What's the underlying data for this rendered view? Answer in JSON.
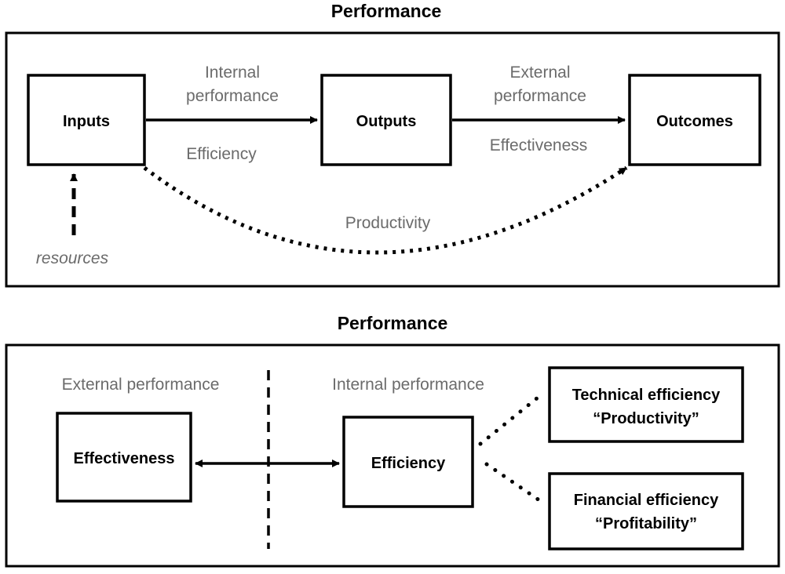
{
  "top_panel": {
    "title": "Performance",
    "boxes": {
      "inputs": "Inputs",
      "outputs": "Outputs",
      "outcomes": "Outcomes"
    },
    "labels": {
      "internal_line1": "Internal",
      "internal_line2": "performance",
      "efficiency": "Efficiency",
      "external_line1": "External",
      "external_line2": "performance",
      "effectiveness": "Effectiveness",
      "productivity": "Productivity",
      "resources": "resources"
    }
  },
  "bottom_panel": {
    "title": "Performance",
    "external_header": "External performance",
    "internal_header": "Internal performance",
    "boxes": {
      "effectiveness": "Effectiveness",
      "efficiency": "Efficiency",
      "technical_line1": "Technical efficiency",
      "technical_line2": "“Productivity”",
      "financial_line1": "Financial efficiency",
      "financial_line2": "“Profitability”"
    }
  }
}
